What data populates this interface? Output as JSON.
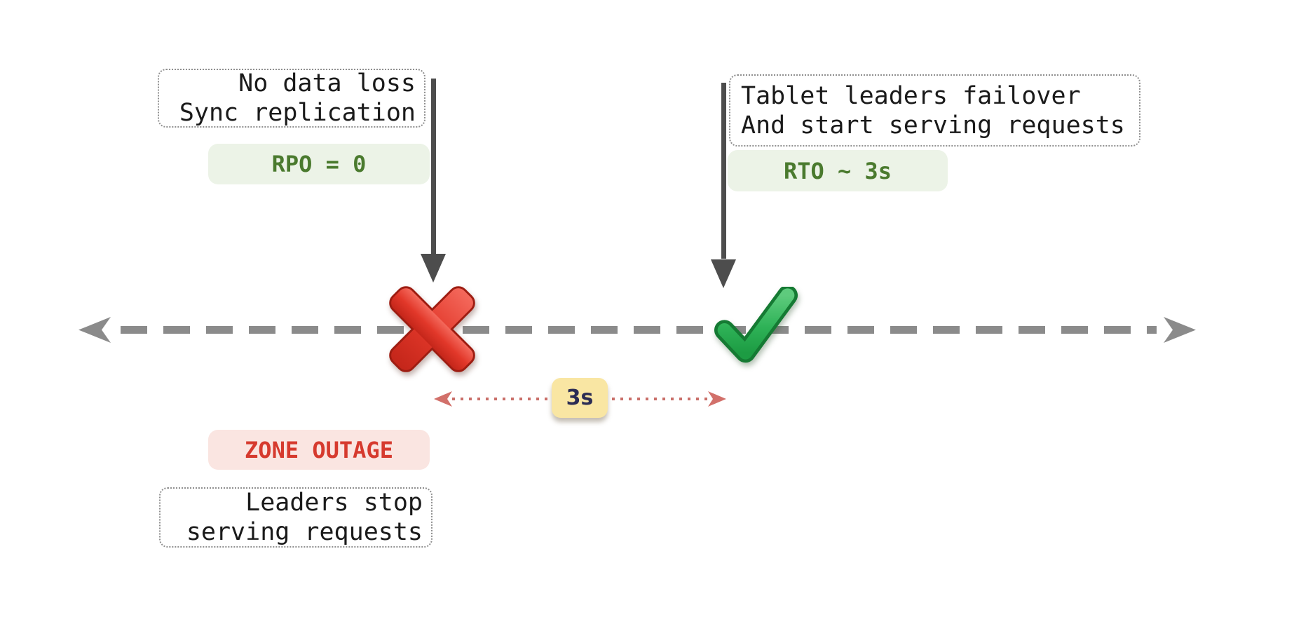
{
  "notes": {
    "rpo": {
      "lines": [
        "No data loss",
        "Sync replication"
      ]
    },
    "rto": {
      "lines": [
        "Tablet leaders failover",
        "And start serving requests"
      ]
    },
    "outage": {
      "lines": [
        "Leaders stop",
        "serving requests"
      ]
    }
  },
  "badges": {
    "rpo": "RPO = 0",
    "rto": "RTO ~ 3s",
    "outage": "ZONE OUTAGE",
    "duration": "3s"
  },
  "icons": {
    "outage_marker": "red-cross-mark",
    "recovery_marker": "green-check-mark",
    "timeline_ends": "double-headed-dashed-arrow",
    "duration_span": "dotted-double-arrow"
  },
  "colors": {
    "timeline_gray": "#8b8b8b",
    "event_arrow_dark": "#4d4d4d",
    "note_border": "#8f8f8f",
    "note_text": "#1a1a1a",
    "green_badge_bg": "#ecf3e7",
    "green_badge_text": "#4a7a2e",
    "outage_badge_bg": "#fae5e1",
    "outage_badge_text": "#d63a2e",
    "duration_badge_bg": "#f9e6a3",
    "duration_badge_text": "#2b2c54",
    "duration_line": "#c96f69",
    "cross_red": "#d0291c",
    "check_green": "#23a14a"
  }
}
